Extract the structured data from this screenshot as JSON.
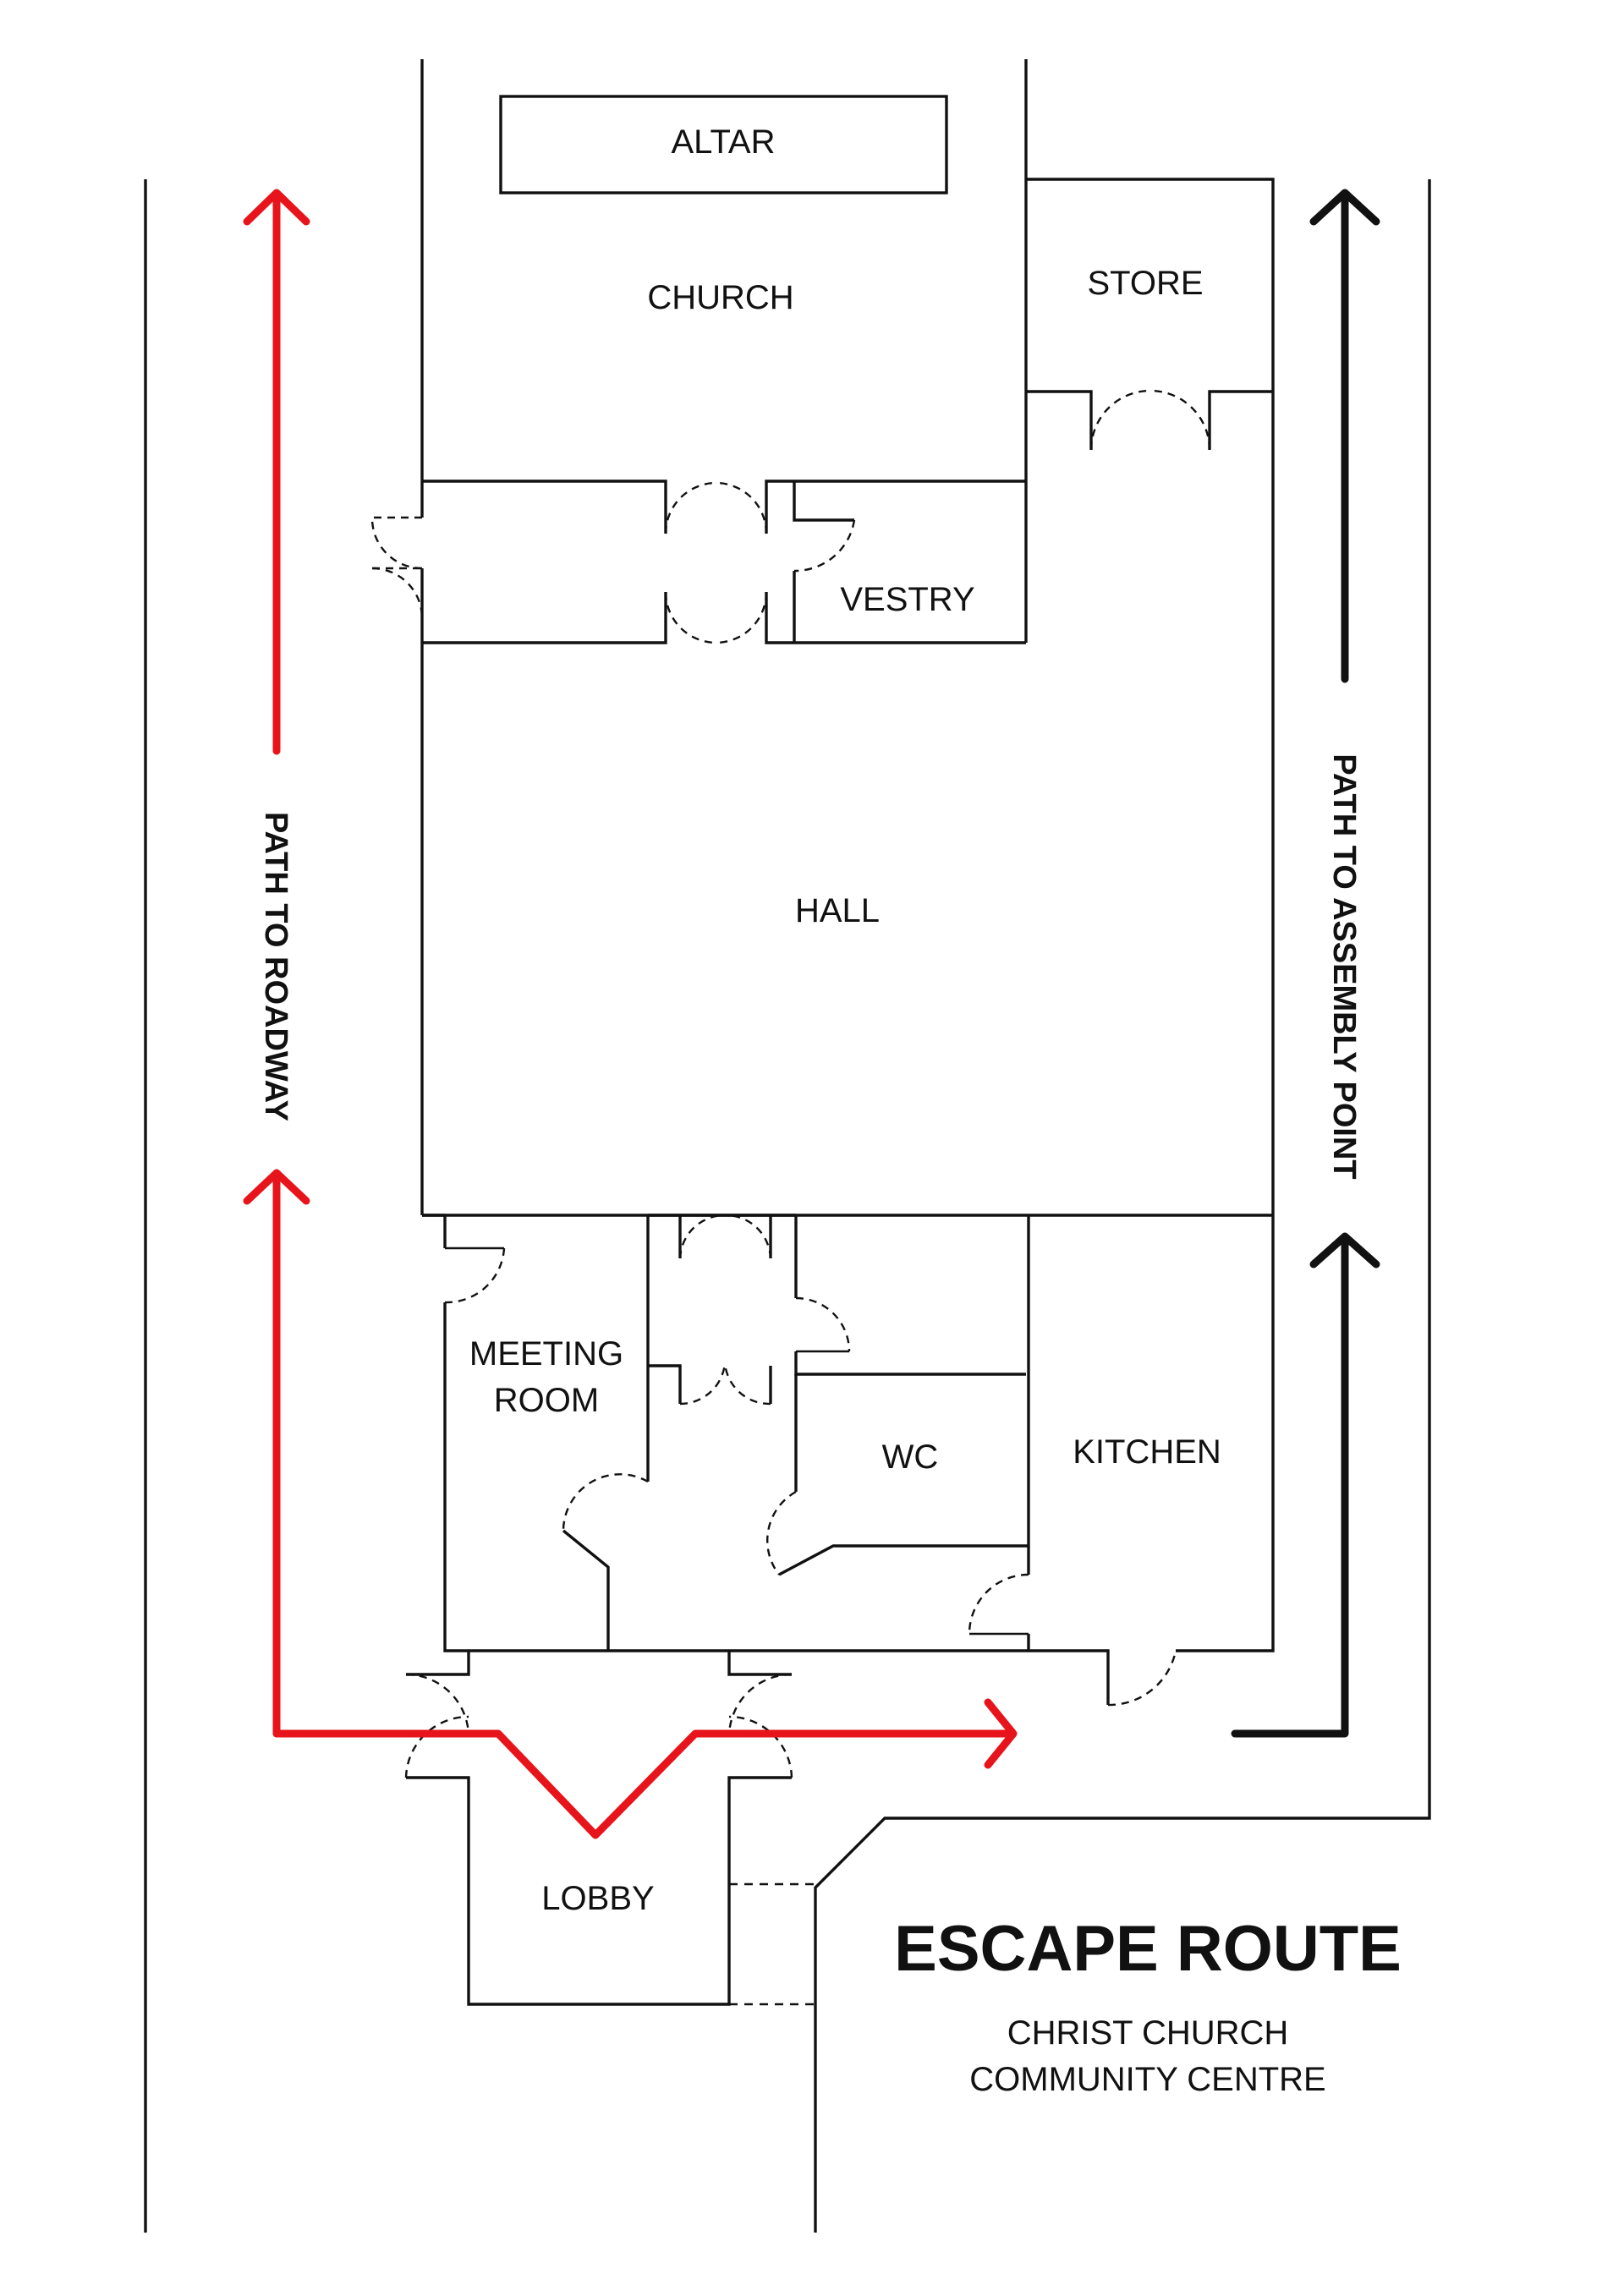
{
  "rooms": {
    "altar": "ALTAR",
    "church": "CHURCH",
    "store": "STORE",
    "vestry": "VESTRY",
    "hall": "HALL",
    "meeting_room_line1": "MEETING",
    "meeting_room_line2": "ROOM",
    "wc": "WC",
    "kitchen": "KITCHEN",
    "lobby": "LOBBY"
  },
  "paths": {
    "left": "PATH TO ROADWAY",
    "right": "PATH TO ASSEMBLY POINT"
  },
  "title": {
    "main": "ESCAPE ROUTE",
    "line1": "CHRIST CHURCH",
    "line2": "COMMUNITY CENTRE"
  },
  "colors": {
    "escape_route": "#e8141b",
    "assembly_route": "#111111",
    "walls": "#111111",
    "background": "#ffffff"
  }
}
